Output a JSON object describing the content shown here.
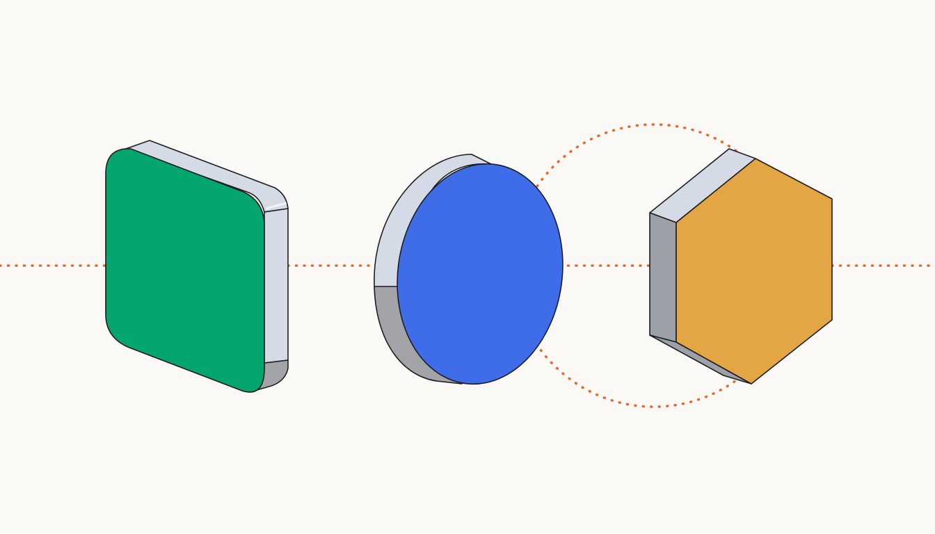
{
  "diagram": {
    "background": "#faf9f6",
    "guides": {
      "color": "#e8672a",
      "style": "dotted",
      "items": [
        "horizontal-axis-line",
        "orbit-circle"
      ]
    },
    "shapes": [
      {
        "name": "rounded-square",
        "face_color": "#04a56f",
        "side_color": "#d5dbe6",
        "shadow_color": "#a2a4a9"
      },
      {
        "name": "disc",
        "face_color": "#3f6ce8",
        "side_color": "#d5dbe6",
        "shadow_color": "#a2a4a9"
      },
      {
        "name": "hexagon",
        "face_color": "#e4a544",
        "side_color": "#d5dbe6",
        "shadow_color": "#9ca0a8"
      }
    ]
  }
}
